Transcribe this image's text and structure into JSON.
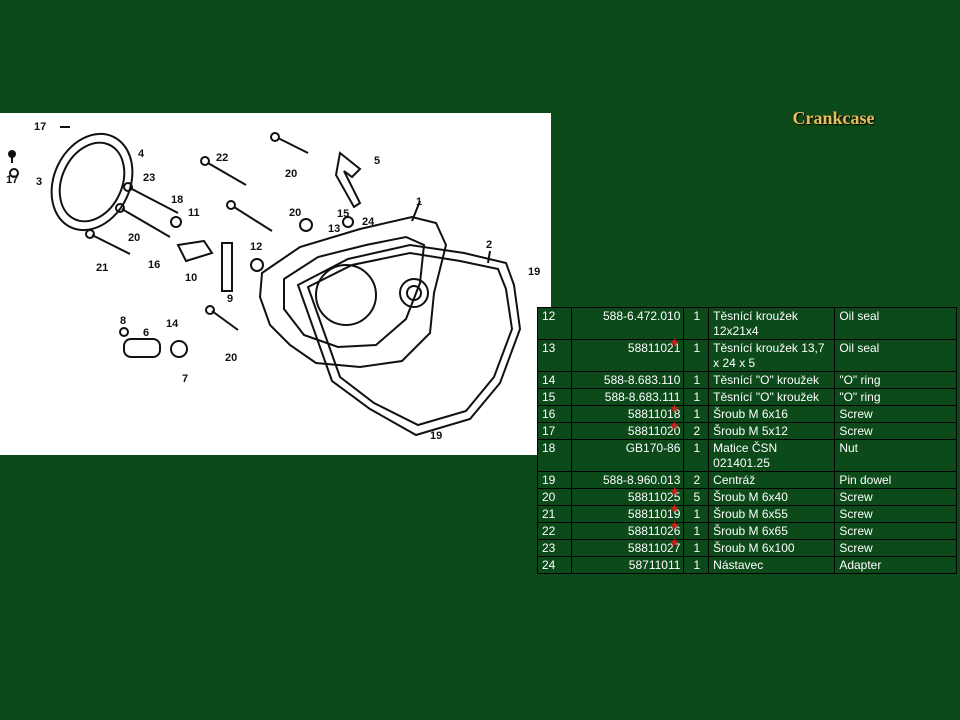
{
  "page": {
    "title": "Crankcase",
    "colors": {
      "background": "#0c4a1a",
      "title": "#e0c060",
      "marker": "#e01818"
    }
  },
  "diagram": {
    "callouts": [
      "17",
      "17",
      "4",
      "3",
      "22",
      "23",
      "18",
      "11",
      "20",
      "16",
      "21",
      "10",
      "9",
      "12",
      "8",
      "6",
      "14",
      "7",
      "20",
      "5",
      "20",
      "20",
      "15",
      "24",
      "13",
      "1",
      "2",
      "19",
      "19"
    ]
  },
  "parts": {
    "rows": [
      {
        "pos": "12",
        "num": "588-6.472.010",
        "qty": "1",
        "cz": "Těsnící kroužek 12x21x4",
        "en": "Oil seal",
        "star": false
      },
      {
        "pos": "13",
        "num": "58811021",
        "qty": "1",
        "cz": "Těsnící kroužek 13,7 x 24 x 5",
        "en": "Oil seal",
        "star": true
      },
      {
        "pos": "14",
        "num": "588-8.683.110",
        "qty": "1",
        "cz": "Těsnící \"O\" kroužek",
        "en": "\"O\" ring",
        "star": false
      },
      {
        "pos": "15",
        "num": "588-8.683.111",
        "qty": "1",
        "cz": "Těsnící \"O\" kroužek",
        "en": "\"O\" ring",
        "star": false
      },
      {
        "pos": "16",
        "num": "58811018",
        "qty": "1",
        "cz": "Šroub M 6x16",
        "en": "Screw",
        "star": true
      },
      {
        "pos": "17",
        "num": "58811020",
        "qty": "2",
        "cz": "Šroub M 5x12",
        "en": "Screw",
        "star": true
      },
      {
        "pos": "18",
        "num": "GB170-86",
        "qty": "1",
        "cz": "Matice ČSN 021401.25",
        "en": "Nut",
        "star": false
      },
      {
        "pos": "19",
        "num": "588-8.960.013",
        "qty": "2",
        "cz": "Centráž",
        "en": "Pin dowel",
        "star": false
      },
      {
        "pos": "20",
        "num": "58811025",
        "qty": "5",
        "cz": "Šroub M 6x40",
        "en": "Screw",
        "star": true
      },
      {
        "pos": "21",
        "num": "58811019",
        "qty": "1",
        "cz": "Šroub M 6x55",
        "en": "Screw",
        "star": true
      },
      {
        "pos": "22",
        "num": "58811026",
        "qty": "1",
        "cz": "Šroub M 6x65",
        "en": "Screw",
        "star": true
      },
      {
        "pos": "23",
        "num": "58811027",
        "qty": "1",
        "cz": "Šroub M 6x100",
        "en": "Screw",
        "star": true
      },
      {
        "pos": "24",
        "num": "58711011",
        "qty": "1",
        "cz": "Nástavec",
        "en": "Adapter",
        "star": false
      }
    ]
  }
}
